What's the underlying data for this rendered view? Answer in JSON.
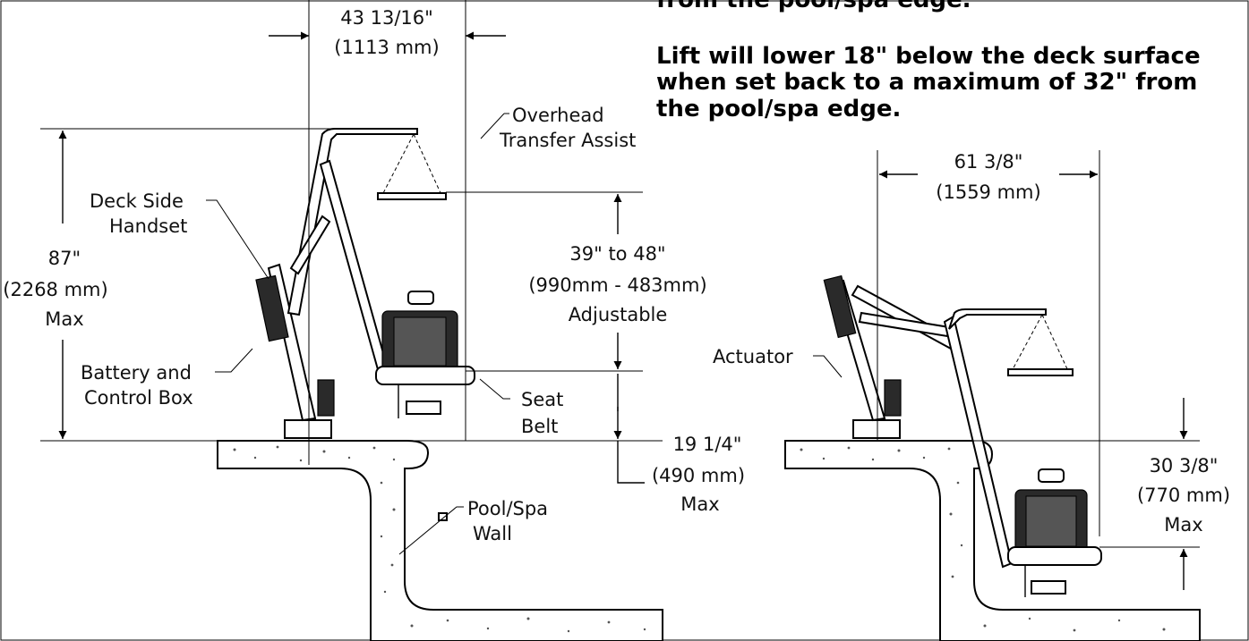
{
  "notice": {
    "line_0": "from the pool/spa edge.",
    "line_1": "Lift will lower 18\" below the deck surface",
    "line_2": "when set back to a maximum of 32\" from",
    "line_3": "the pool/spa edge."
  },
  "left_view": {
    "width_in": "43 13/16\"",
    "width_mm": "(1113 mm)",
    "height_in": "87\"",
    "height_mm": "(2268 mm)",
    "height_max": "Max",
    "seat_range": "39\" to 48\"",
    "seat_range_mm": "(990mm - 483mm)",
    "seat_adjustable": "Adjustable",
    "below_in": "19 1/4\"",
    "below_mm": "(490 mm)",
    "below_max": "Max",
    "callout_overhead_1": "Overhead",
    "callout_overhead_2": "Transfer Assist",
    "callout_handset_1": "Deck Side",
    "callout_handset_2": "Handset",
    "callout_battery_1": "Battery and",
    "callout_battery_2": "Control Box",
    "callout_seatbelt_1": "Seat",
    "callout_seatbelt_2": "Belt",
    "callout_wall_1": "Pool/Spa",
    "callout_wall_2": "Wall"
  },
  "right_view": {
    "width_in": "61 3/8\"",
    "width_mm": "(1559 mm)",
    "below_in": "30 3/8\"",
    "below_mm": "(770 mm)",
    "below_max": "Max",
    "callout_actuator": "Actuator"
  }
}
